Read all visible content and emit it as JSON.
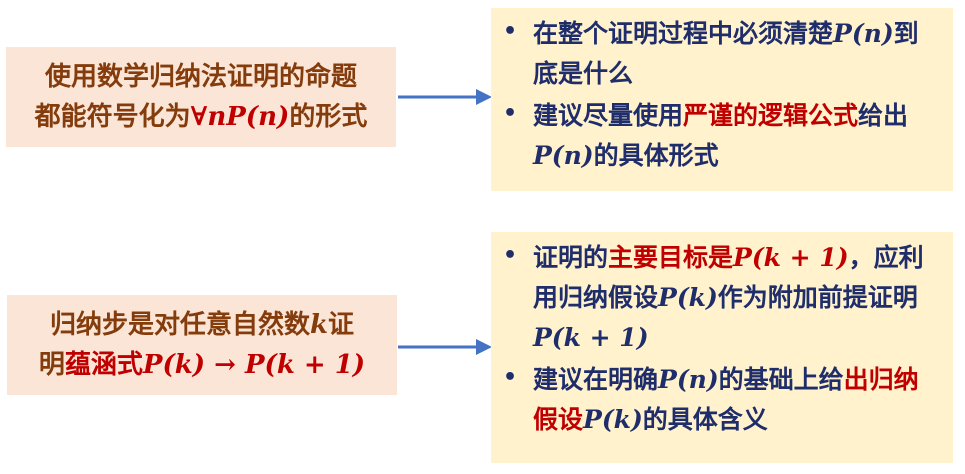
{
  "box_top_left": {
    "line1": "使用数学归纳法证明的命题",
    "line2_prefix": "都能符号化为",
    "line2_math": "∀nP(n)",
    "line2_suffix": "的形式"
  },
  "box_top_right": {
    "bullet1": {
      "text": "在整个证明过程中必须清楚",
      "math": "P(n)",
      "text2": "到底是什么"
    },
    "bullet2": {
      "text": "建议尽量使用",
      "highlight": "严谨的逻辑公式",
      "text2": "给出",
      "math": "P(n)",
      "text3": "的具体形式"
    }
  },
  "box_bottom_left": {
    "line1_prefix": "归纳步是对任意自然数",
    "line1_math": "k",
    "line1_suffix": "证",
    "line2_prefix": "明",
    "line2_highlight": "蕴涵式",
    "line2_math": "P(k) → P(k + 1)"
  },
  "box_bottom_right": {
    "bullet1": {
      "text": "证明的",
      "highlight": "主要目标是",
      "math": "P(k + 1)",
      "text2": "，应利用归纳假设",
      "math2": "P(k)",
      "text3": "作为附加前提证明",
      "math3": "P(k + 1)"
    },
    "bullet2": {
      "text": "建议在明确",
      "math": "P(n)",
      "text2": "的基础上给",
      "highlight": "出归纳假设",
      "math2": "P(k)",
      "text3": "的具体含义"
    }
  },
  "colors": {
    "left_box_bg": "#fbe5d6",
    "right_box_bg": "#fff2cc",
    "left_text": "#843c0c",
    "right_text": "#1f2d6b",
    "highlight": "#c00000",
    "arrow": "#4472c4"
  },
  "icons": {
    "arrow": "right-arrow-icon",
    "bullet": "bullet-dot-icon"
  }
}
